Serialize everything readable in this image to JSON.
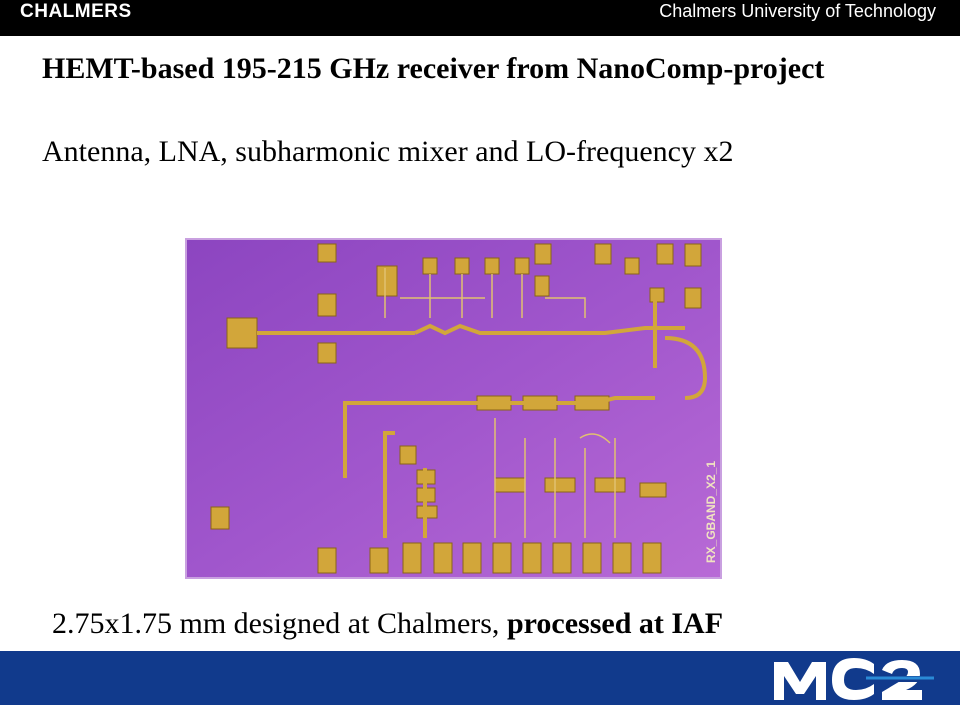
{
  "header": {
    "brand": "CHALMERS",
    "university": "Chalmers University of Technology"
  },
  "slide": {
    "title": "HEMT-based 195-215 GHz receiver from NanoComp-project",
    "subtitle": "Antenna, LNA, subharmonic mixer and LO-frequency x2",
    "chip_label": "RX_GBAND_X2_1",
    "caption_part1": "2.75x1.75 mm  designed at Chalmers, ",
    "caption_part2": "processed at IAF"
  },
  "footer": {
    "logo_text": "MC2"
  },
  "colors": {
    "header_bg": "#000000",
    "footer_bg": "#113a8c",
    "chip_substrate": "#9a4fc6",
    "gold": "#d2a63a"
  }
}
